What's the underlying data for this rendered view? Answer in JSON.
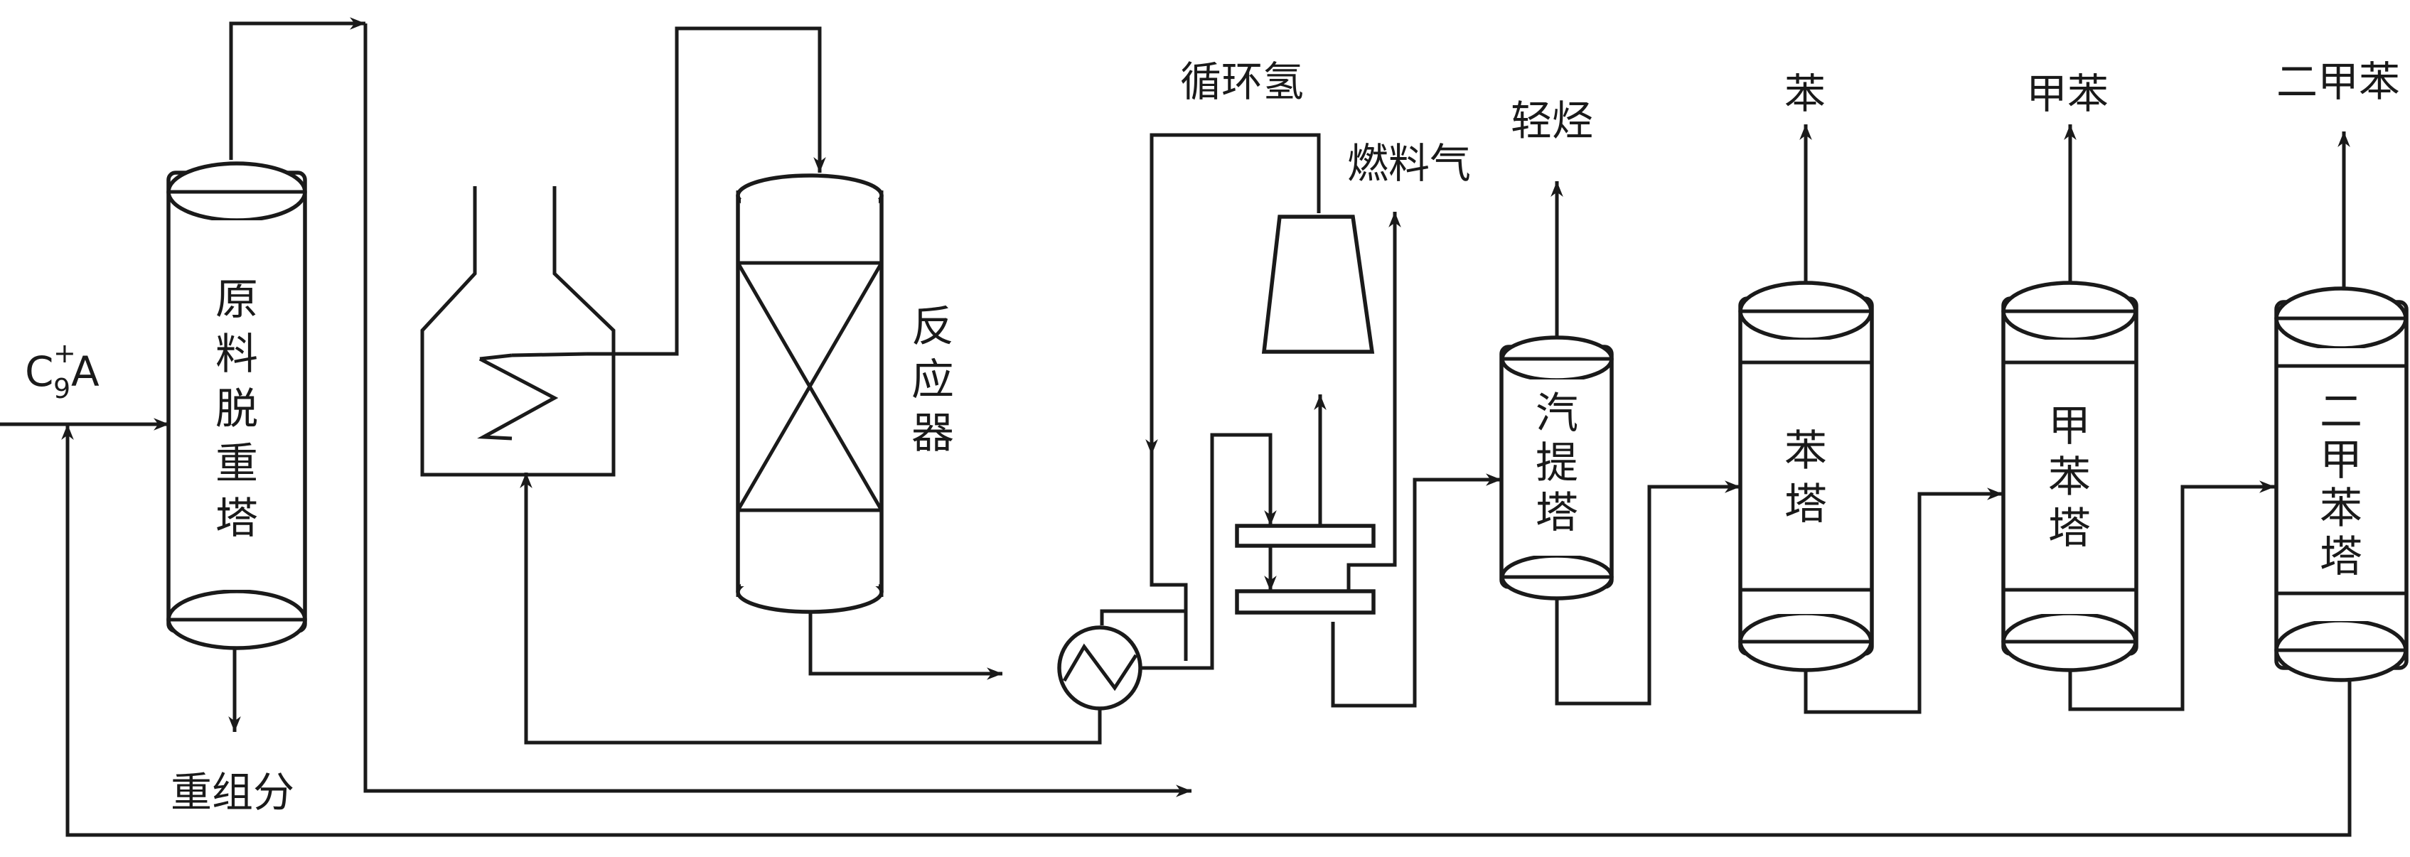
{
  "labels": {
    "feed_c": "C",
    "feed_sub": "9",
    "feed_sup": "+",
    "feed_a": "A",
    "heavy_fraction": "重组分",
    "recycle_hydrogen": "循环氢",
    "fuel_gas": "燃料气",
    "light_hydrocarbons": "轻烃",
    "benzene": "苯",
    "toluene": "甲苯",
    "xylene": "二甲苯"
  },
  "equipment": {
    "deheavy_column": [
      "原",
      "料",
      "脱",
      "重",
      "塔"
    ],
    "reactor": [
      "反",
      "应",
      "器"
    ],
    "stripper": [
      "汽",
      "提",
      "塔"
    ],
    "benzene_column": [
      "苯",
      "塔"
    ],
    "toluene_column": [
      "甲",
      "苯",
      "塔"
    ],
    "xylene_column": [
      "二",
      "甲",
      "苯",
      "塔"
    ]
  }
}
